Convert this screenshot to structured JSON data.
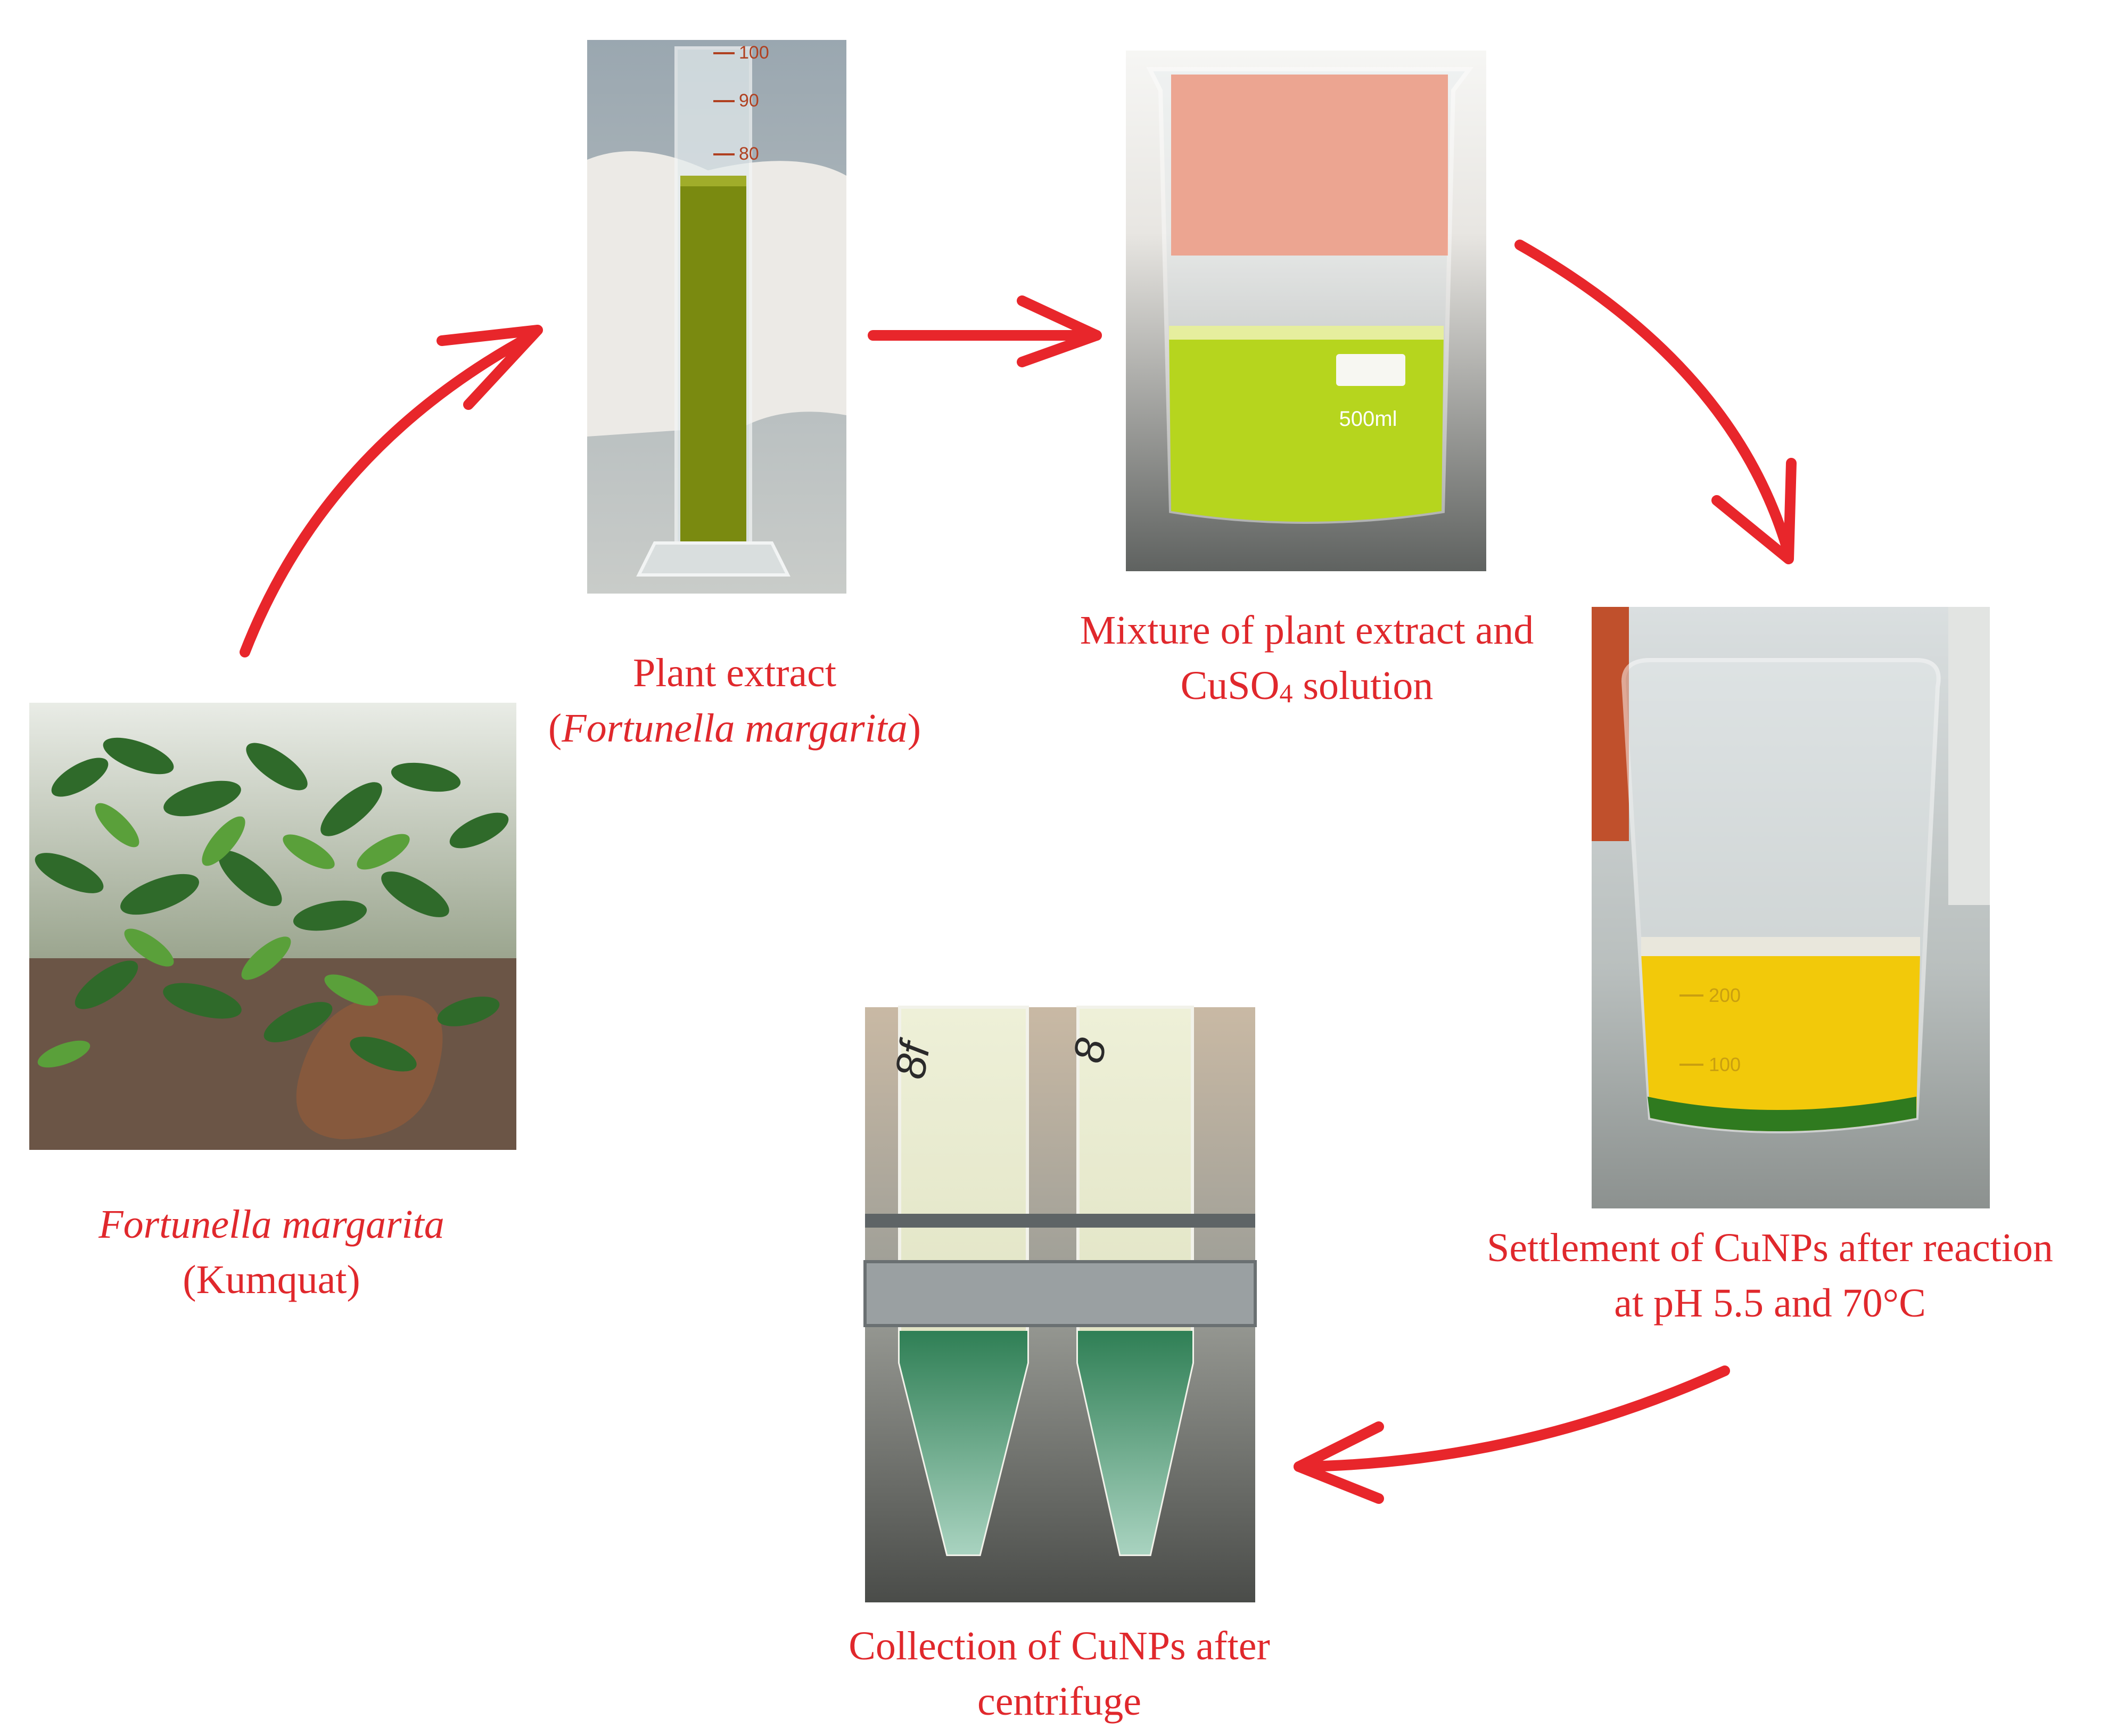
{
  "steps": {
    "plant": {
      "name_italic": "Fortunella margarita",
      "common": "(Kumquat)"
    },
    "extract": {
      "line1": "Plant extract",
      "open": "(",
      "name_italic": "Fortunella margarita",
      "close": ")",
      "cylinder_marks": [
        "100",
        "90",
        "80"
      ]
    },
    "mixture": {
      "line1": "Mixture of plant extract and",
      "line2_pre": "CuSO",
      "line2_sub": "4",
      "line2_post": " solution",
      "beaker_label": "500ml"
    },
    "settlement": {
      "line1": "Settlement of CuNPs after reaction",
      "line2": "at pH 5.5 and 70°C",
      "beaker_marks": [
        "200",
        "100"
      ]
    },
    "collection": {
      "line1": "Collection of CuNPs after",
      "line2": "centrifuge",
      "tube_labels": [
        "8f",
        "8"
      ]
    }
  },
  "colors": {
    "arrow": "#e8262b",
    "caption_text": "#e0282c",
    "extract_liquid": "#7a8a10",
    "mixture_liquid": "#b6d51e",
    "settlement_liquid": "#f2c90a",
    "pellet": "#2f8f5f"
  }
}
